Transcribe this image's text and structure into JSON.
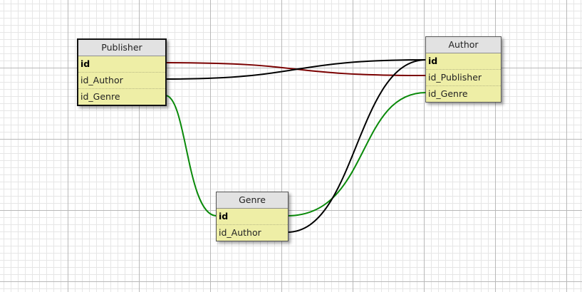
{
  "tables": {
    "publisher": {
      "name": "Publisher",
      "fields": [
        {
          "name": "id",
          "primary": true
        },
        {
          "name": "id_Author",
          "primary": false
        },
        {
          "name": "id_Genre",
          "primary": false
        }
      ]
    },
    "author": {
      "name": "Author",
      "fields": [
        {
          "name": "id",
          "primary": true
        },
        {
          "name": "id_Publisher",
          "primary": false
        },
        {
          "name": "id_Genre",
          "primary": false
        }
      ]
    },
    "genre": {
      "name": "Genre",
      "fields": [
        {
          "name": "id",
          "primary": true
        },
        {
          "name": "id_Author",
          "primary": false
        }
      ]
    }
  },
  "relations": [
    {
      "from": "Publisher.id",
      "to": "Author.id_Publisher",
      "color": "#7a0000"
    },
    {
      "from": "Publisher.id_Author",
      "to": "Author.id",
      "color": "#000000"
    },
    {
      "from": "Publisher.id_Genre",
      "to": "Genre.id",
      "color": "#0a8a0a"
    },
    {
      "from": "Genre.id",
      "to": "Author.id_Genre",
      "color": "#0a8a0a"
    },
    {
      "from": "Genre.id_Author",
      "to": "Author.id",
      "color": "#000000"
    }
  ]
}
